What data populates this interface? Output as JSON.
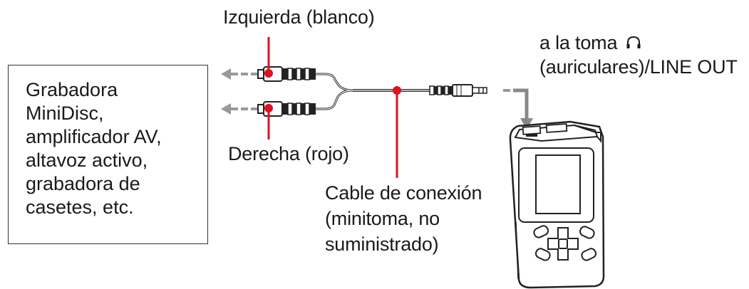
{
  "labels": {
    "left_channel": "Izquierda (blanco)",
    "right_channel": "Derecha (rojo)",
    "jack_line1_prefix": "a la toma",
    "jack_line2": "(auriculares)/LINE OUT",
    "cable_line1": "Cable de conexión",
    "cable_line2": "(minitoma, no",
    "cable_line3": "suministrado)"
  },
  "device_box": {
    "lines": [
      "Grabadora",
      "MiniDisc,",
      "amplificador AV,",
      "altavoz activo,",
      "grabadora de",
      "casetes, etc."
    ]
  },
  "icons": {
    "jack_icon": "headphones-icon",
    "arrow_icon": "arrow-left-icon"
  },
  "colors": {
    "callout_red": "#e0101e",
    "arrow_gray": "#888888",
    "cable_dark": "#333333"
  }
}
